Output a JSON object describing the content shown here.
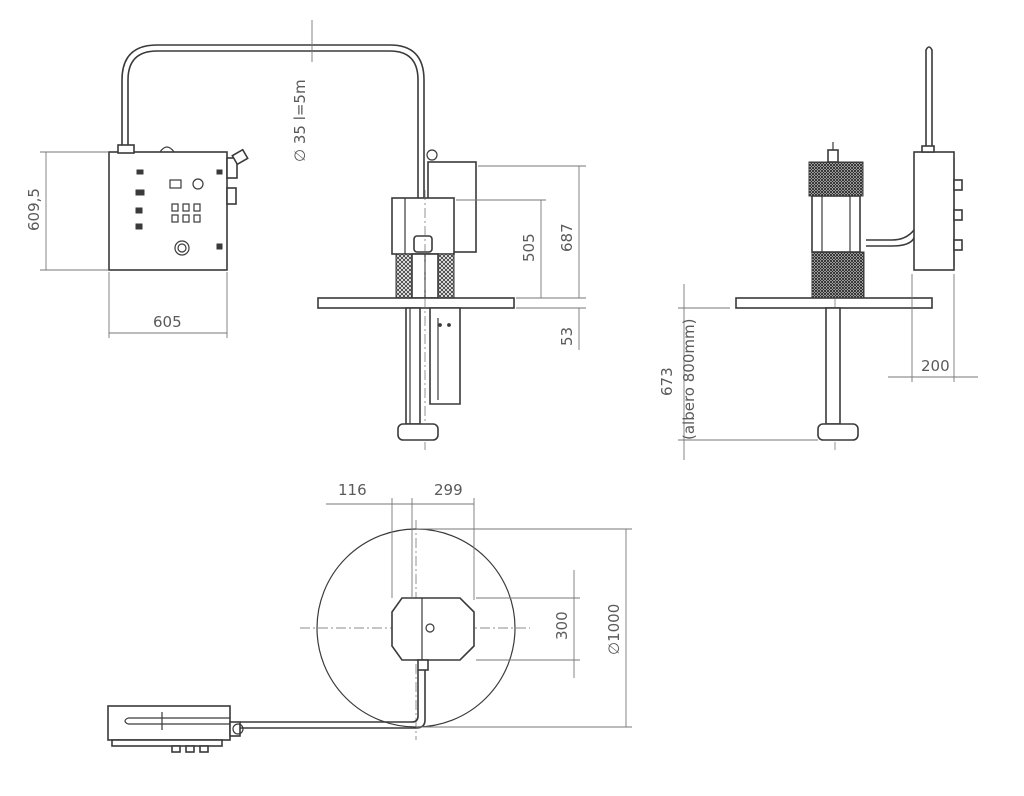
{
  "dimensions": {
    "panel_height": "609,5",
    "panel_width": "605",
    "pipe": "∅ 35 l=5m",
    "height_505": "505",
    "height_687": "687",
    "table_53": "53",
    "shaft_673": "673",
    "shaft_note": "(albero 800mm)",
    "offset_200": "200",
    "top_116": "116",
    "top_299": "299",
    "width_300": "300",
    "diameter": "∅1000"
  }
}
